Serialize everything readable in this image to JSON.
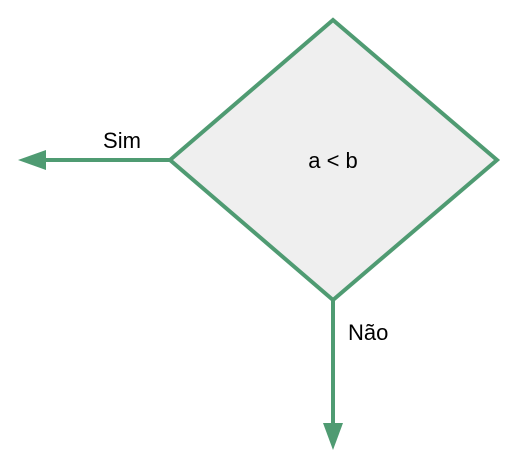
{
  "decision": {
    "condition": "a < b"
  },
  "branches": {
    "yes_label": "Sim",
    "no_label": "Não"
  },
  "colors": {
    "stroke": "#4f9b72",
    "fill": "#efefef",
    "text": "#000000"
  }
}
